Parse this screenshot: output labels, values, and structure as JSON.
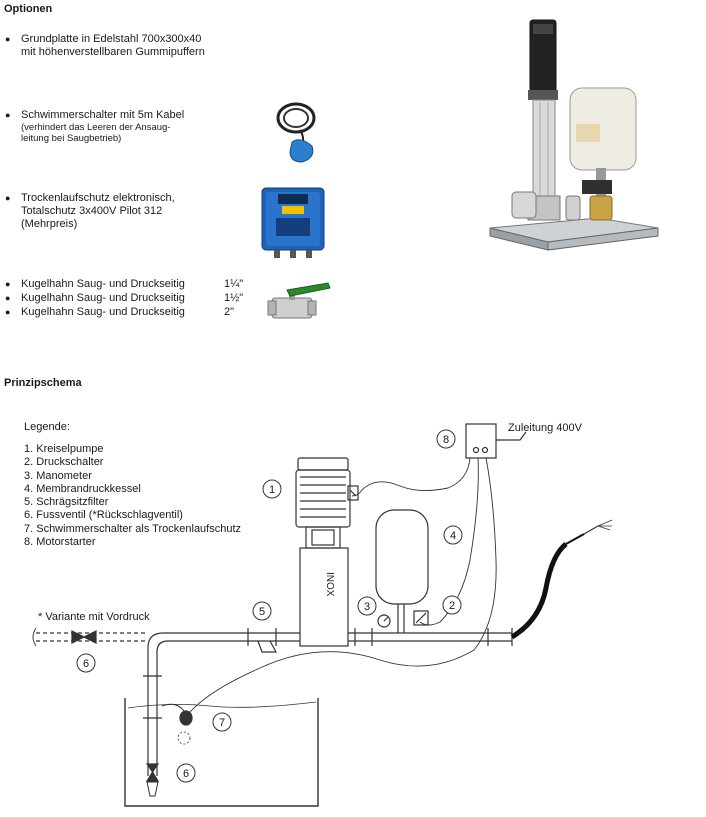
{
  "options": {
    "heading": "Optionen",
    "items": [
      {
        "line1": "Grundplatte in Edelstahl  700x300x40",
        "line2": "mit höhenverstellbaren Gummipuffern"
      },
      {
        "line1": "Schwimmerschalter mit 5m Kabel",
        "sub1": "(verhindert das Leeren der Ansaug-",
        "sub2": "leitung bei Saugbetrieb)"
      },
      {
        "line1": "Trockenlaufschutz elektronisch,",
        "line2": "Totalschutz 3x400V Pilot 312",
        "line3": "(Mehrpreis)"
      }
    ],
    "ball_valves": [
      {
        "label": "Kugelhahn Saug- und Druckseitig",
        "size": "1¼\""
      },
      {
        "label": "Kugelhahn Saug- und Druckseitig",
        "size": "1½\""
      },
      {
        "label": "Kugelhahn Saug- und Druckseitig",
        "size": "2\""
      }
    ]
  },
  "schema": {
    "heading": "Prinzipschema",
    "legend_title": "Legende:",
    "legend": [
      "1. Kreiselpumpe",
      "2. Druckschalter",
      "3. Manometer",
      "4. Membrandruckkessel",
      "5. Schrägsitzfilter",
      "6. Fussventil (*Rückschlagventil)",
      "7. Schwimmerschalter als Trockenlaufschutz",
      "8. Motorstarter"
    ],
    "variant_note": "* Variante mit Vordruck",
    "supply_label": "Zuleitung 400V",
    "pump_label": "INOX",
    "callouts": [
      "1",
      "2",
      "3",
      "4",
      "5",
      "6",
      "6",
      "7",
      "8"
    ]
  },
  "colors": {
    "text": "#1a1a1a",
    "line": "#333333",
    "device_blue": "#1e63b8",
    "float_blue": "#2c7fd0",
    "valve_green": "#2a8a2a"
  },
  "icons": {
    "float_switch": "float-switch-icon",
    "dry_run_protector": "dry-run-protector-icon",
    "ball_valve": "ball-valve-icon",
    "pump_unit": "booster-pump-unit-icon"
  }
}
